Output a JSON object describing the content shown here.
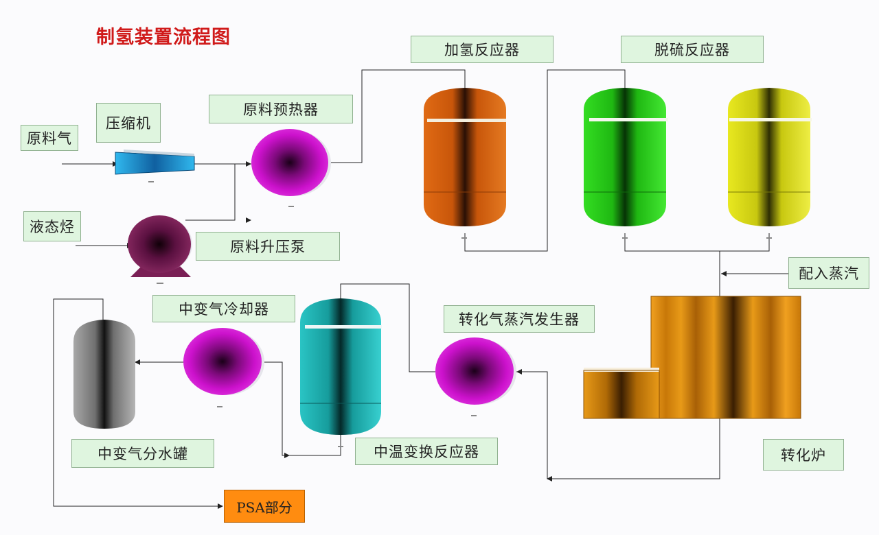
{
  "title": "制氢装置流程图",
  "labels": {
    "feed_gas": "原料气",
    "compressor": "压缩机",
    "feed_preheater": "原料预热器",
    "hydrogenation_reactor": "加氢反应器",
    "desulfurization_reactor": "脱硫反应器",
    "liquid_hydrocarbon": "液态烃",
    "feed_booster_pump": "原料升压泵",
    "steam_addition": "配入蒸汽",
    "shift_gas_cooler": "中变气冷却器",
    "converted_gas_steam_generator": "转化气蒸汽发生器",
    "shift_gas_separator": "中变气分水罐",
    "mid_temp_shift_reactor": "中温变换反应器",
    "reformer": "转化炉",
    "psa_section": "PSA部分"
  },
  "colors": {
    "title": "#d01a1a",
    "label_bg": "#dff5df",
    "psa_bg": "#ff8c10",
    "hydrogenation": "#d4660f",
    "desulfurizer_1": "#22cc11",
    "desulfurizer_2": "#d8d810",
    "shift_reactor": "#1aa8a8",
    "separator": "#8a8a8a",
    "heat_exchanger": "#cc11cc",
    "pump": "#7a1f55",
    "compressor": "#2aa8e0",
    "reformer": "#e0900f"
  }
}
